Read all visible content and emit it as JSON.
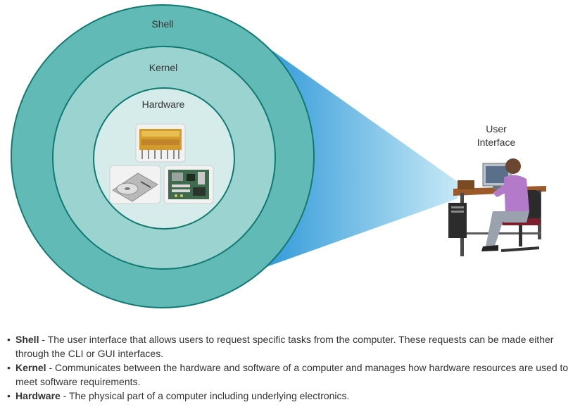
{
  "diagram": {
    "shell_label": "Shell",
    "kernel_label": "Kernel",
    "hardware_label": "Hardware",
    "user_interface_label_line1": "User",
    "user_interface_label_line2": "Interface",
    "colors": {
      "shell": "#62bab6",
      "kernel": "#9ad3cf",
      "hardware": "#d5ecea",
      "ring_stroke": "#107a72",
      "beam_outer": "#3aa0dc",
      "beam_inner": "#bfe6f5"
    },
    "hardware_images": [
      "cpu-chip-image",
      "hard-drive-image",
      "motherboard-image"
    ]
  },
  "notes": [
    {
      "term": "Shell",
      "desc": " - The user interface that allows users to request specific tasks from the computer. These requests can be made either through the CLI or GUI interfaces."
    },
    {
      "term": "Kernel",
      "desc": " - Communicates between the hardware and software of a computer and manages how hardware resources are used to meet software requirements."
    },
    {
      "term": "Hardware",
      "desc": " - The physical part of a computer including underlying electronics."
    }
  ]
}
